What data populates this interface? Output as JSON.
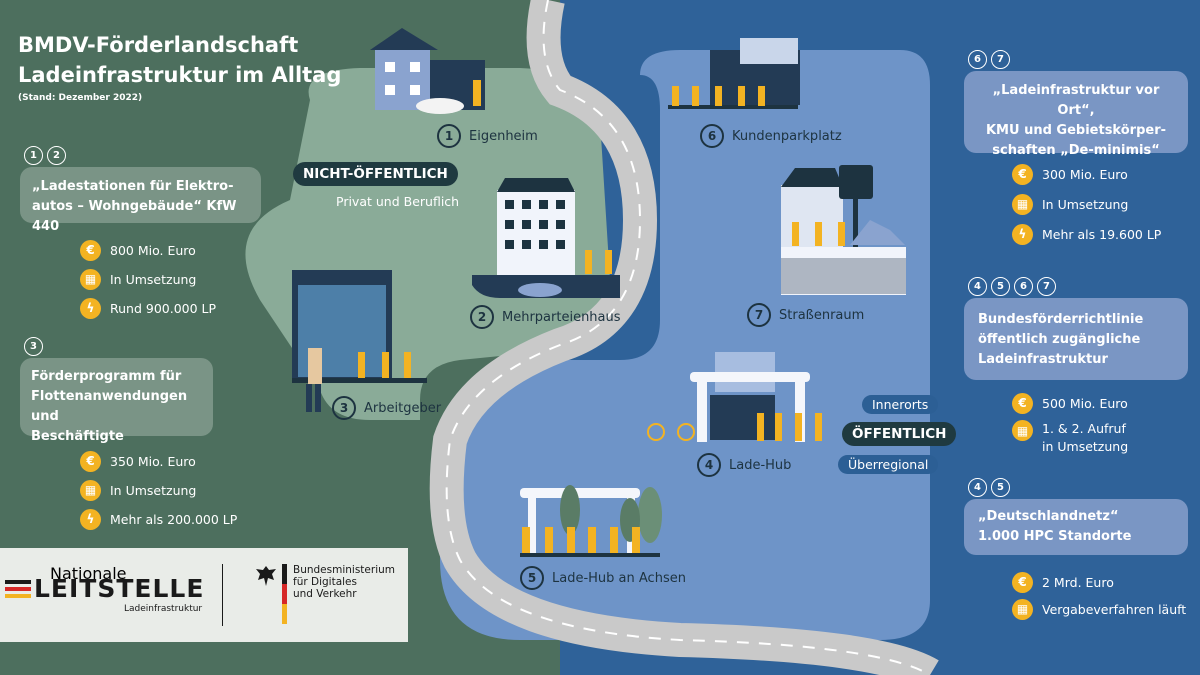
{
  "header": {
    "title_line1": "BMDV-Förderlandschaft",
    "title_line2": "Ladeinfrastruktur im Alltag",
    "subtitle": "(Stand: Dezember 2022)"
  },
  "labels": {
    "nicht_oeffentlich": "NICHT-ÖFFENTLICH",
    "privat_beruflich": "Privat und Beruflich",
    "oeffentlich": "ÖFFENTLICH",
    "innerorts": "Innerorts",
    "ueberregional": "Überregional"
  },
  "places": [
    {
      "num": "1",
      "name": "Eigenheim"
    },
    {
      "num": "2",
      "name": "Mehrparteienhaus"
    },
    {
      "num": "3",
      "name": "Arbeitgeber"
    },
    {
      "num": "4",
      "name": "Lade-Hub"
    },
    {
      "num": "5",
      "name": "Lade-Hub an Achsen"
    },
    {
      "num": "6",
      "name": "Kundenparkplatz"
    },
    {
      "num": "7",
      "name": "Straßenraum"
    }
  ],
  "programs": {
    "kfw440": {
      "nums": [
        "1",
        "2"
      ],
      "line1": "„Ladestationen für Elektro-",
      "line2": "autos – Wohngebäude“ KfW 440",
      "stats": [
        "800 Mio. Euro",
        "In Umsetzung",
        "Rund 900.000 LP"
      ]
    },
    "flotten": {
      "nums": [
        "3"
      ],
      "line1": "Förderprogramm für",
      "line2": "Flottenanwendungen und",
      "line3": "Beschäftigte",
      "stats": [
        "350 Mio. Euro",
        "In Umsetzung",
        "Mehr als 200.000 LP"
      ]
    },
    "vorort": {
      "nums": [
        "6",
        "7"
      ],
      "line1": "„Ladeinfrastruktur vor Ort“,",
      "line2": "KMU und Gebietskörper-",
      "line3": "schaften „De-minimis“",
      "stats": [
        "300 Mio. Euro",
        "In Umsetzung",
        "Mehr als 19.600 LP"
      ]
    },
    "bundesrichtlinie": {
      "nums": [
        "4",
        "5",
        "6",
        "7"
      ],
      "line1": "Bundesförderrichtlinie",
      "line2": "öffentlich zugängliche",
      "line3": "Ladeinfrastruktur",
      "stats": [
        "500 Mio. Euro",
        "1. & 2. Aufruf",
        "in Umsetzung"
      ]
    },
    "deutschlandnetz": {
      "nums": [
        "4",
        "5"
      ],
      "line1": "„Deutschlandnetz“",
      "line2": "1.000 HPC Standorte",
      "stats": [
        "2 Mrd. Euro",
        "Vergabeverfahren läuft"
      ]
    }
  },
  "icons": {
    "money": "euro-icon",
    "status": "calendar-icon",
    "count": "lightning-icon"
  },
  "logos": {
    "leitstelle_top": "Nationale",
    "leitstelle_main": "LEITSTELLE",
    "leitstelle_sub": "Ladeinfrastruktur",
    "ministry_line1": "Bundesministerium",
    "ministry_line2": "für Digitales",
    "ministry_line3": "und Verkehr"
  },
  "colors": {
    "green_bg": "#4d6f5e",
    "blue_bg": "#2f6299",
    "accent": "#f3b322"
  }
}
